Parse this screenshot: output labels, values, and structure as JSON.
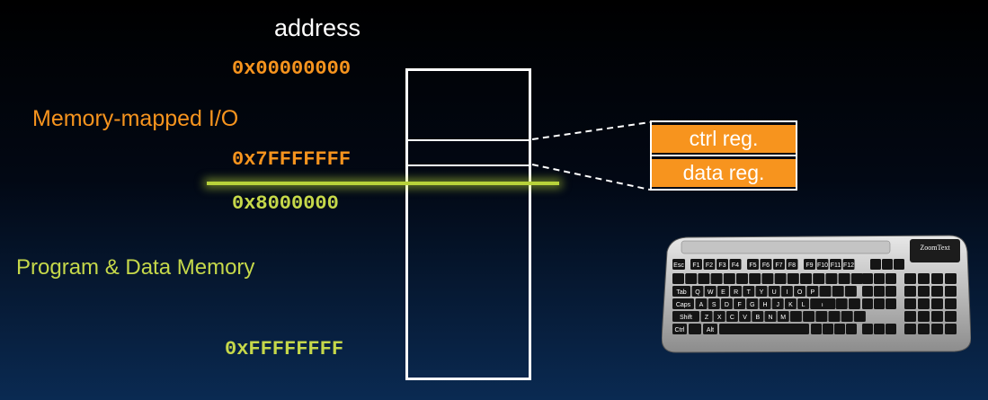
{
  "title": "address",
  "addresses": [
    "0x00000000",
    "0x7FFFFFFF",
    "0x8000000",
    "0xFFFFFFFF"
  ],
  "regions": {
    "mmio": "Memory-mapped I/O",
    "program": "Program & Data Memory"
  },
  "registers": [
    "ctrl reg.",
    "data reg."
  ],
  "colors": {
    "orange": "#f7941e",
    "green": "#c6d84a",
    "boundary_line": "#b8d23a",
    "white": "#ffffff"
  },
  "keyboard": {
    "brand": "ZoomText",
    "keys": [
      "Esc",
      "F1",
      "F2",
      "F3",
      "F4",
      "F5",
      "F6",
      "F7",
      "F8",
      "F9",
      "F10",
      "F11",
      "F12",
      "Tab",
      "Q",
      "W",
      "E",
      "R",
      "T",
      "Y",
      "U",
      "I",
      "O",
      "P",
      "Caps",
      "A",
      "S",
      "D",
      "F",
      "G",
      "H",
      "J",
      "K",
      "L",
      "Enter",
      "Shift",
      "Z",
      "X",
      "C",
      "V",
      "B",
      "N",
      "M",
      "Ctrl",
      "Alt"
    ]
  }
}
